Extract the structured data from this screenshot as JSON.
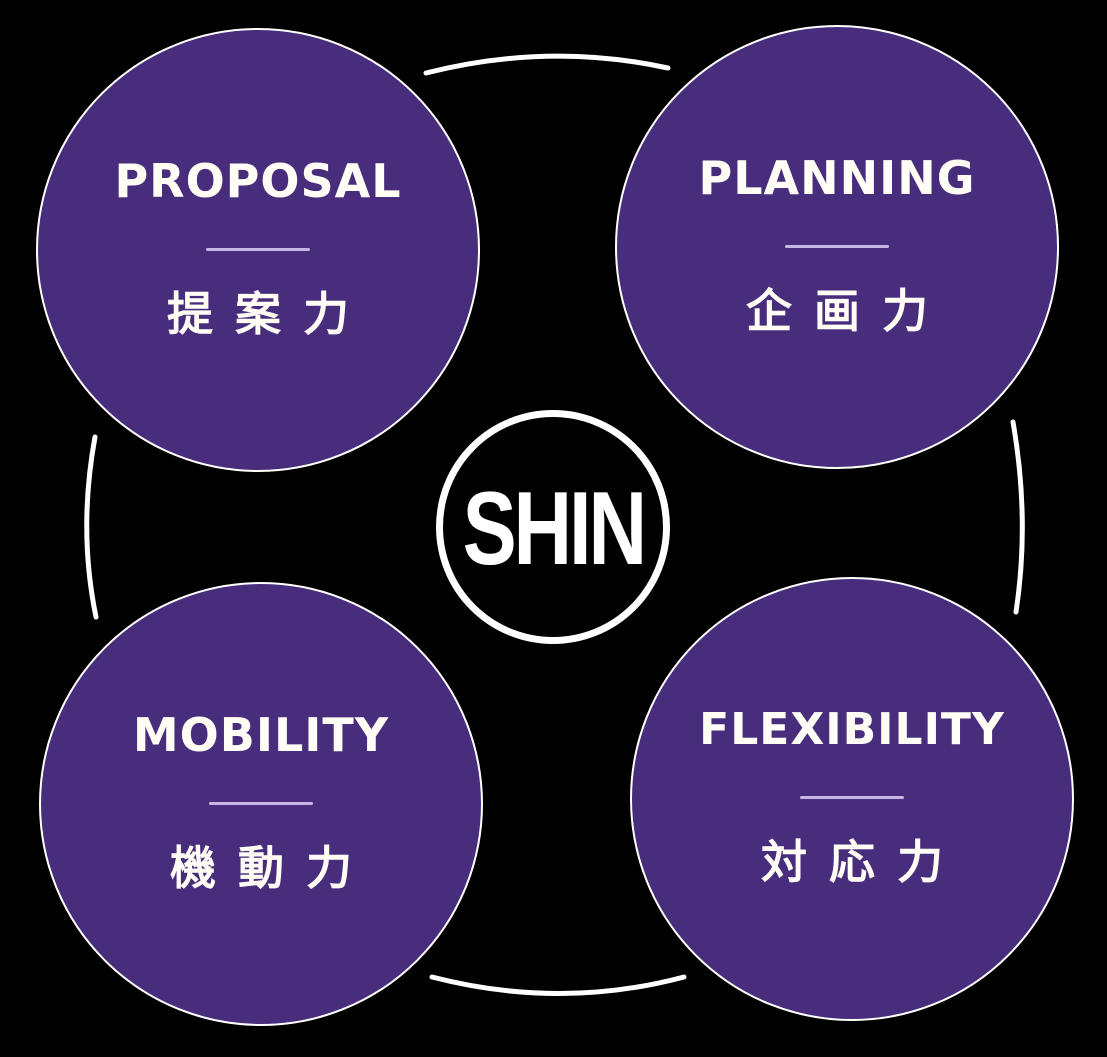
{
  "colors": {
    "background": "#000000",
    "bubble_fill": "#482d7d",
    "bubble_border": "#ffffff",
    "text": "#fffdf5",
    "divider": "#c7b6e2"
  },
  "center": {
    "logo_text": "SHIN"
  },
  "bubbles": [
    {
      "en": "PROPOSAL",
      "jp": "提案力",
      "position": "top-left"
    },
    {
      "en": "PLANNING",
      "jp": "企画力",
      "position": "top-right"
    },
    {
      "en": "MOBILITY",
      "jp": "機動力",
      "position": "bottom-left"
    },
    {
      "en": "FLEXIBILITY",
      "jp": "対応力",
      "position": "bottom-right"
    }
  ]
}
